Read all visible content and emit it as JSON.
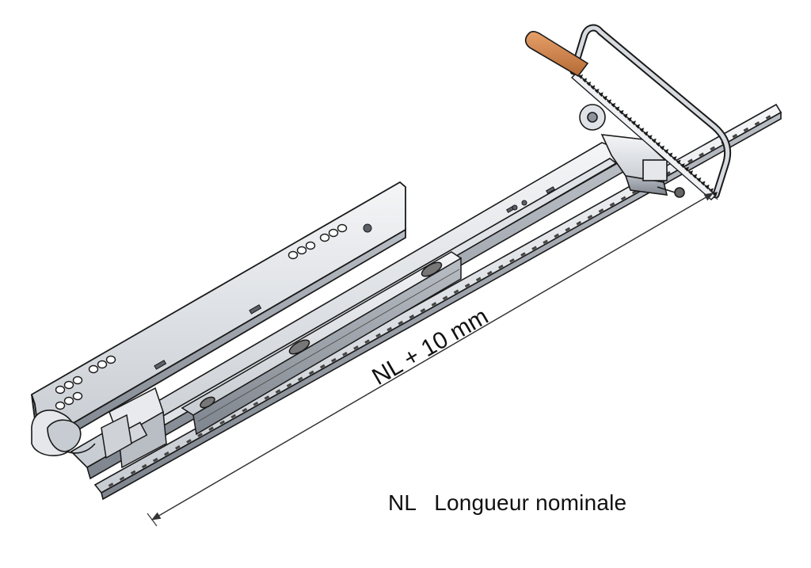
{
  "diagram": {
    "dimension_label": "NL + 10 mm",
    "legend": {
      "abbreviation": "NL",
      "description": "Longueur nominale"
    },
    "colors": {
      "line": "#1a1a1a",
      "metal_light": "#eef0f3",
      "metal_mid": "#c9cdd3",
      "metal_dark": "#8d939b",
      "handle_wood": "#d98a52",
      "handle_wood_dark": "#9a5a2e"
    },
    "parts": [
      "drawer-slide",
      "cabinet-rail",
      "hacksaw",
      "hole-pattern",
      "locking-device"
    ]
  }
}
